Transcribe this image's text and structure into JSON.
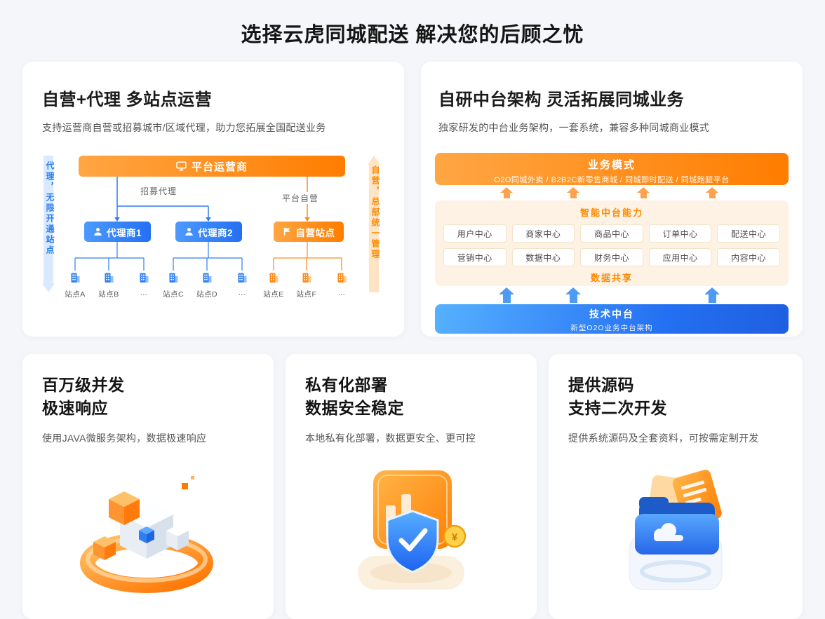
{
  "colors": {
    "orange": "#FF8A00",
    "orange-light": "#FFA643",
    "blue": "#2E7FF2",
    "blue-light": "#4D9BF5",
    "page-bg": "#F5F6F9",
    "card-bg": "#FFFFFF",
    "cream": "#FDF2E3"
  },
  "page": {
    "title": "选择云虎同城配送 解决您的后顾之忧"
  },
  "card_multi_site": {
    "title": "自营+代理 多站点运营",
    "subtitle": "支持运营商自营或招募城市/区域代理，助力您拓展全国配送业务",
    "diagram": {
      "left_axis": "代理，无限开通站点",
      "right_axis": "自营，总部统一管理",
      "root": "平台运营商",
      "recruit_label": "招募代理",
      "self_label": "平台自营",
      "agent1": "代理商1",
      "agent2": "代理商2",
      "self_station": "自营站点",
      "stations": [
        "站点A",
        "站点B",
        "...",
        "站点C",
        "站点D",
        "...",
        "站点E",
        "站点F",
        "..."
      ]
    }
  },
  "card_platform": {
    "title": "自研中台架构 灵活拓展同城业务",
    "subtitle": "独家研发的中台业务架构，一套系统，兼容多种同城商业模式",
    "diagram": {
      "business_title": "业务模式",
      "business_sub": "O2O同城外卖 / B2B2C新零售商城 / 同城即时配送 / 同城跑腿平台",
      "middle_title": "智能中台能力",
      "centers_row1": [
        "用户中心",
        "商家中心",
        "商品中心",
        "订单中心",
        "配送中心"
      ],
      "centers_row2": [
        "营销中心",
        "数据中心",
        "财务中心",
        "应用中心",
        "内容中心"
      ],
      "data_share": "数据共享",
      "tech_title": "技术中台",
      "tech_sub": "新型O2O业务中台架构"
    }
  },
  "card_concurrency": {
    "title_line1": "百万级并发",
    "title_line2": "极速响应",
    "subtitle": "使用JAVA微服务架构，数据极速响应"
  },
  "card_private": {
    "title_line1": "私有化部署",
    "title_line2": "数据安全稳定",
    "subtitle": "本地私有化部署，数据更安全、更可控"
  },
  "card_source": {
    "title_line1": "提供源码",
    "title_line2": "支持二次开发",
    "subtitle": "提供系统源码及全套资料，可按需定制开发"
  }
}
